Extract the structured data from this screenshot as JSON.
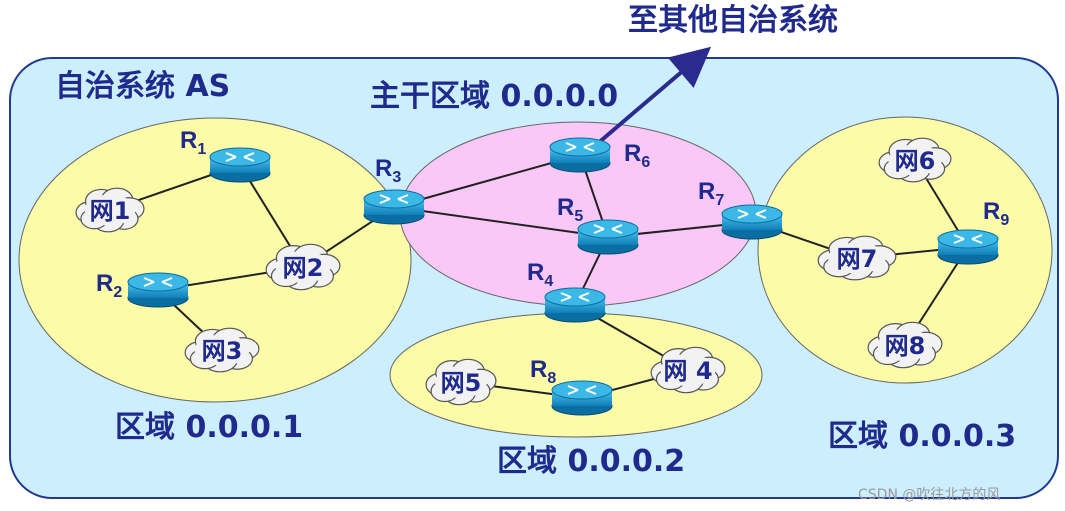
{
  "external_label": "至其他自治系统",
  "as_label": "自治系统 AS",
  "backbone_label": "主干区域 0.0.0.0",
  "areas": [
    {
      "id": "area1",
      "label": "区域 0.0.0.1"
    },
    {
      "id": "area2",
      "label": "区域 0.0.0.2"
    },
    {
      "id": "area3",
      "label": "区域 0.0.0.3"
    }
  ],
  "routers": [
    {
      "id": "R1",
      "letter": "R",
      "sub": "1"
    },
    {
      "id": "R2",
      "letter": "R",
      "sub": "2"
    },
    {
      "id": "R3",
      "letter": "R",
      "sub": "3"
    },
    {
      "id": "R4",
      "letter": "R",
      "sub": "4"
    },
    {
      "id": "R5",
      "letter": "R",
      "sub": "5"
    },
    {
      "id": "R6",
      "letter": "R",
      "sub": "6"
    },
    {
      "id": "R7",
      "letter": "R",
      "sub": "7"
    },
    {
      "id": "R8",
      "letter": "R",
      "sub": "8"
    },
    {
      "id": "R9",
      "letter": "R",
      "sub": "9"
    }
  ],
  "networks": [
    {
      "id": "N1",
      "label": "网1"
    },
    {
      "id": "N2",
      "label": "网2"
    },
    {
      "id": "N3",
      "label": "网3"
    },
    {
      "id": "N4",
      "label": "网 4"
    },
    {
      "id": "N5",
      "label": "网5"
    },
    {
      "id": "N6",
      "label": "网6"
    },
    {
      "id": "N7",
      "label": "网7"
    },
    {
      "id": "N8",
      "label": "网8"
    }
  ],
  "links": [
    [
      "R1",
      "N1"
    ],
    [
      "R1",
      "N2"
    ],
    [
      "R2",
      "N2"
    ],
    [
      "R2",
      "N3"
    ],
    [
      "N2",
      "R3"
    ],
    [
      "R3",
      "R6"
    ],
    [
      "R3",
      "R5"
    ],
    [
      "R6",
      "R5"
    ],
    [
      "R5",
      "R7"
    ],
    [
      "R5",
      "R4"
    ],
    [
      "R4",
      "N4"
    ],
    [
      "N4",
      "R8"
    ],
    [
      "R8",
      "N5"
    ],
    [
      "R7",
      "N7"
    ],
    [
      "N7",
      "R9"
    ],
    [
      "R9",
      "N6"
    ],
    [
      "R9",
      "N8"
    ]
  ],
  "colors": {
    "as_fill": "#cdeefc",
    "as_stroke": "#1f3a8f",
    "area_fill": "#fbfba8",
    "backbone_fill": "#f9c8f7",
    "router_fill": "#1a9fd3",
    "cloud_fill": "#f2f2f2",
    "label": "#1f2a8c"
  },
  "watermark": "CSDN @吹往北方的风"
}
